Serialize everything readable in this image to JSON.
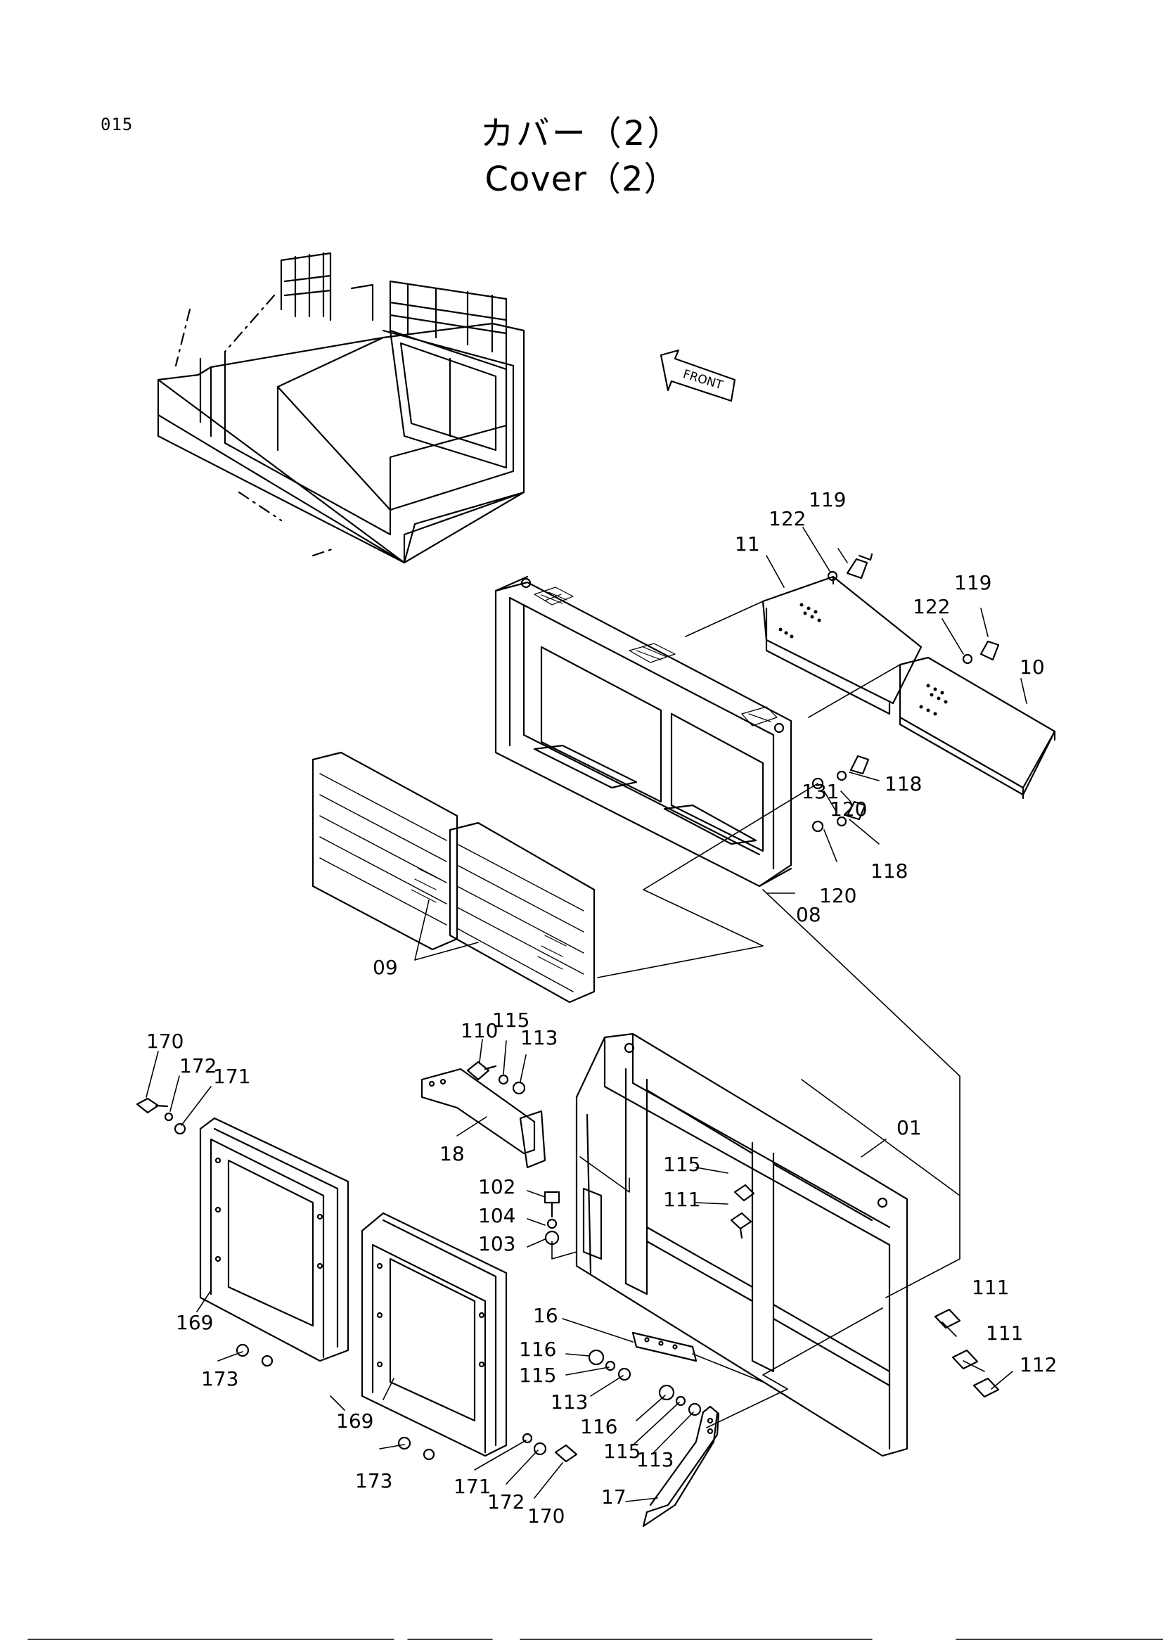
{
  "page": {
    "number": "015",
    "title_ja": "カバー（2）",
    "title_en": "Cover（2）"
  },
  "direction_arrow": "FRONT",
  "callouts": [
    "119",
    "122",
    "11",
    "119",
    "122",
    "10",
    "118",
    "120",
    "131",
    "118",
    "120",
    "08",
    "09",
    "110",
    "115",
    "113",
    "170",
    "172",
    "171",
    "18",
    "01",
    "115",
    "111",
    "102",
    "104",
    "103",
    "169",
    "173",
    "16",
    "116",
    "115",
    "113",
    "111",
    "111",
    "112",
    "169",
    "173",
    "116",
    "115",
    "113",
    "171",
    "172",
    "170",
    "17"
  ]
}
